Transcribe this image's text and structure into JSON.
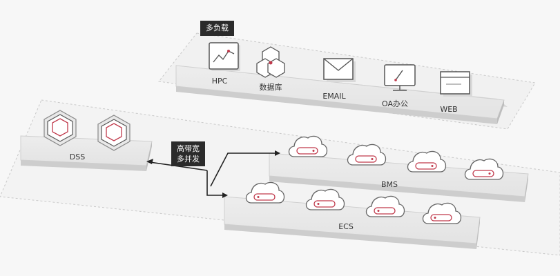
{
  "top_group": {
    "tag": "多负载",
    "apps": [
      {
        "label": "HPC",
        "icon": "chart-window-icon"
      },
      {
        "label": "数据库",
        "icon": "database-hexagon-icon"
      },
      {
        "label": "EMAIL",
        "icon": "email-icon"
      },
      {
        "label": "OA办公",
        "icon": "monitor-pen-icon"
      },
      {
        "label": "WEB",
        "icon": "web-browser-icon"
      }
    ]
  },
  "dss": {
    "label": "DSS",
    "icon": "storage-hexagon-icon"
  },
  "link": {
    "line1": "高带宽",
    "line2": "多并发"
  },
  "bms": {
    "label": "BMS",
    "icon": "cloud-server-icon"
  },
  "ecs": {
    "label": "ECS",
    "icon": "cloud-server-icon"
  },
  "colors": {
    "accent": "#c0394b",
    "platform": "#e4e4e4",
    "tag_bg": "#2b2b2b"
  }
}
